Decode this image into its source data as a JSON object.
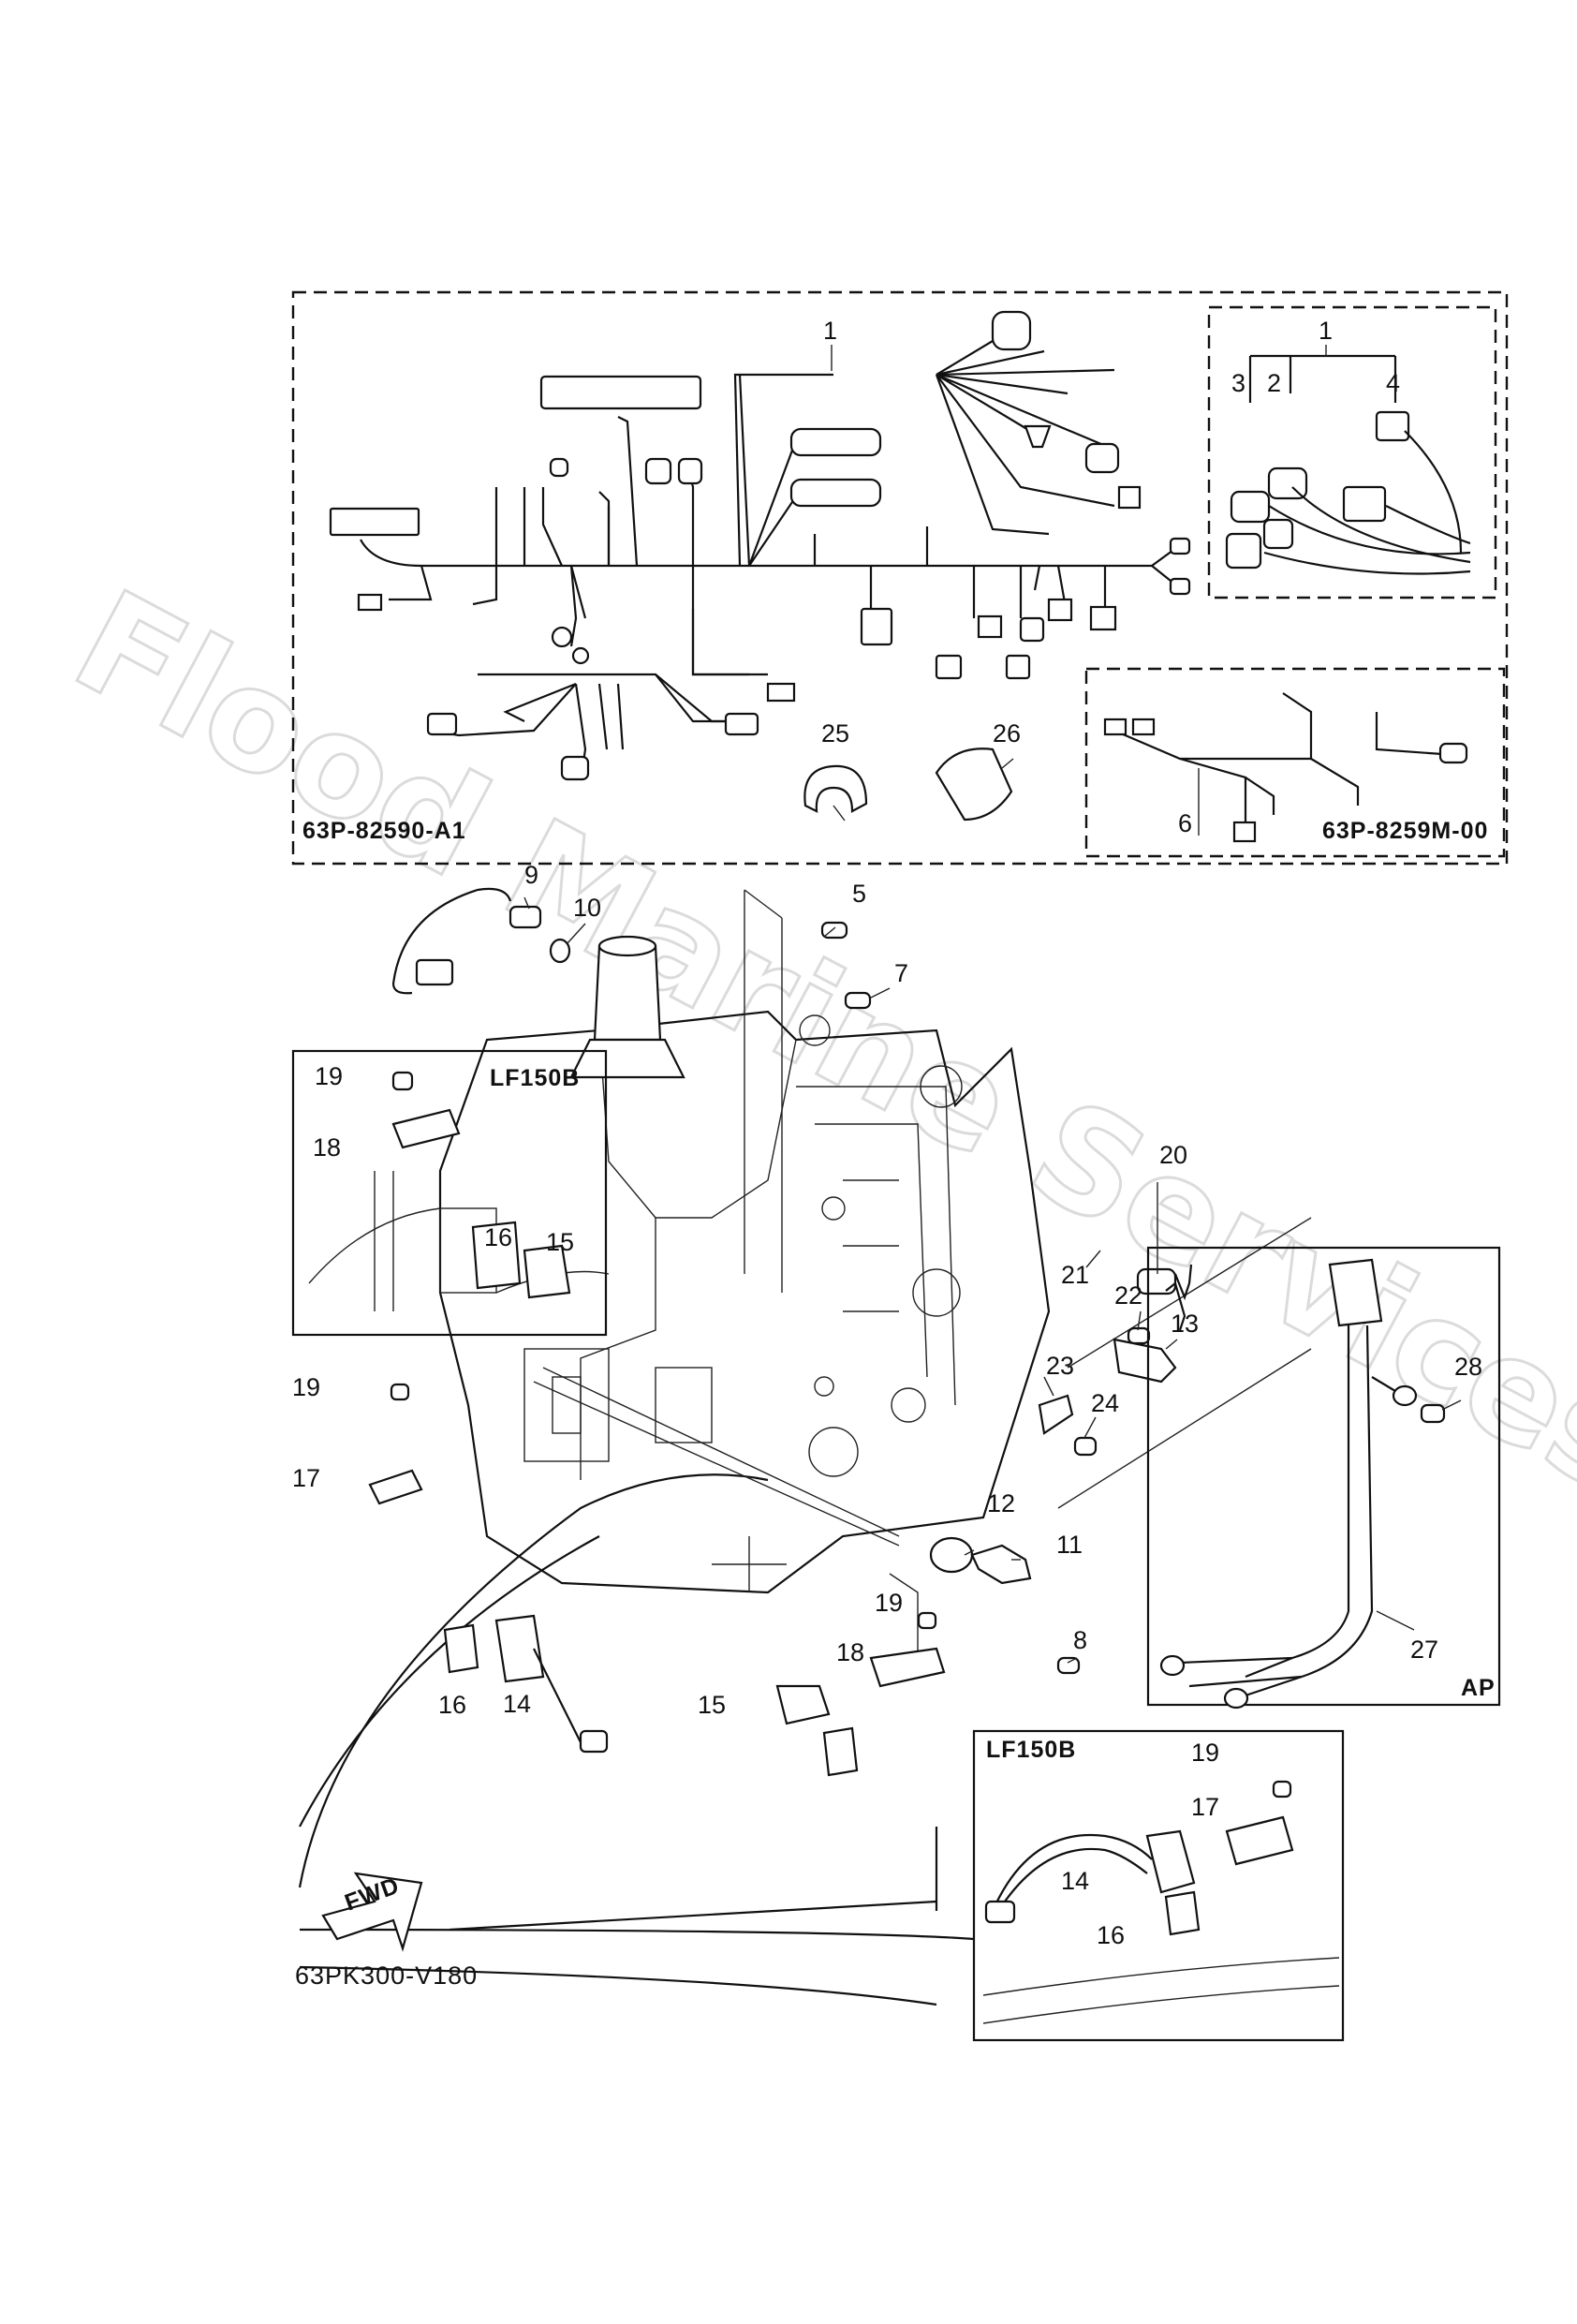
{
  "diagram": {
    "watermark": "Flood Marine Services",
    "harness_main_code": "63P-82590-A1",
    "harness_sub_code": "63P-8259M-00",
    "drawing_code": "63PK300-V180",
    "direction_label": "FWD",
    "inset_labels": {
      "lf150b_top": "LF150B",
      "lf150b_bottom": "LF150B",
      "ap": "AP"
    },
    "callouts": [
      "1",
      "1",
      "2",
      "3",
      "4",
      "5",
      "6",
      "7",
      "8",
      "9",
      "10",
      "11",
      "12",
      "13",
      "14",
      "14",
      "15",
      "15",
      "16",
      "16",
      "16",
      "17",
      "17",
      "18",
      "18",
      "19",
      "19",
      "19",
      "19",
      "20",
      "21",
      "22",
      "23",
      "24",
      "25",
      "26",
      "27",
      "28"
    ]
  }
}
